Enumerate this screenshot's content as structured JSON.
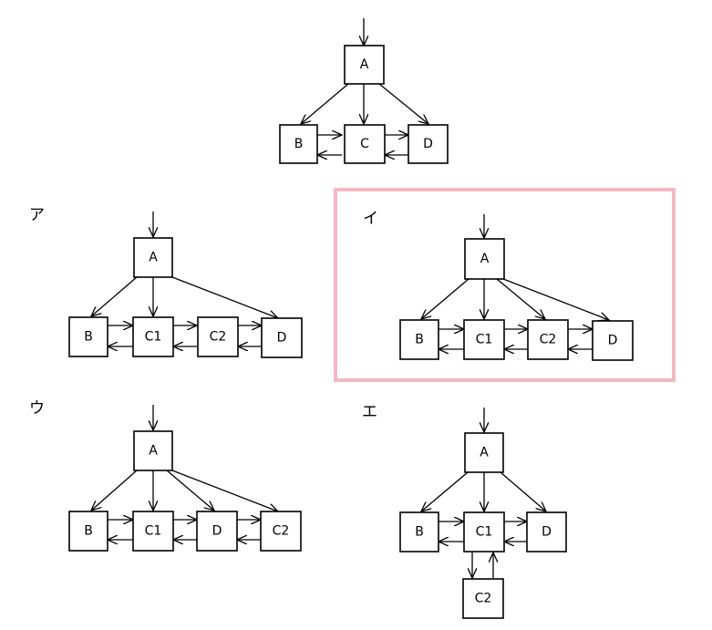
{
  "colors": {
    "line": "#000000",
    "highlight": "#f2b8c6"
  },
  "nodes": {
    "A": "A",
    "B": "B",
    "C": "C",
    "C1": "C1",
    "C2": "C2",
    "D": "D"
  },
  "options": {
    "a": "ア",
    "i": "イ",
    "u": "ウ",
    "e": "エ"
  },
  "selected_option": "イ"
}
